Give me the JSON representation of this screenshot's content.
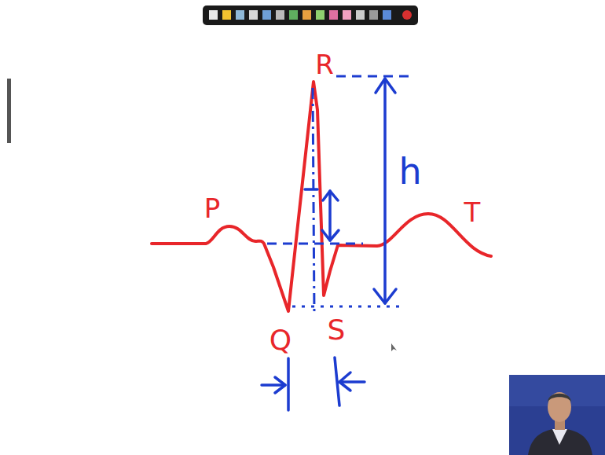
{
  "diagram": {
    "labels": [
      "R",
      "h",
      "P",
      "T",
      "Q",
      "S"
    ]
  }
}
